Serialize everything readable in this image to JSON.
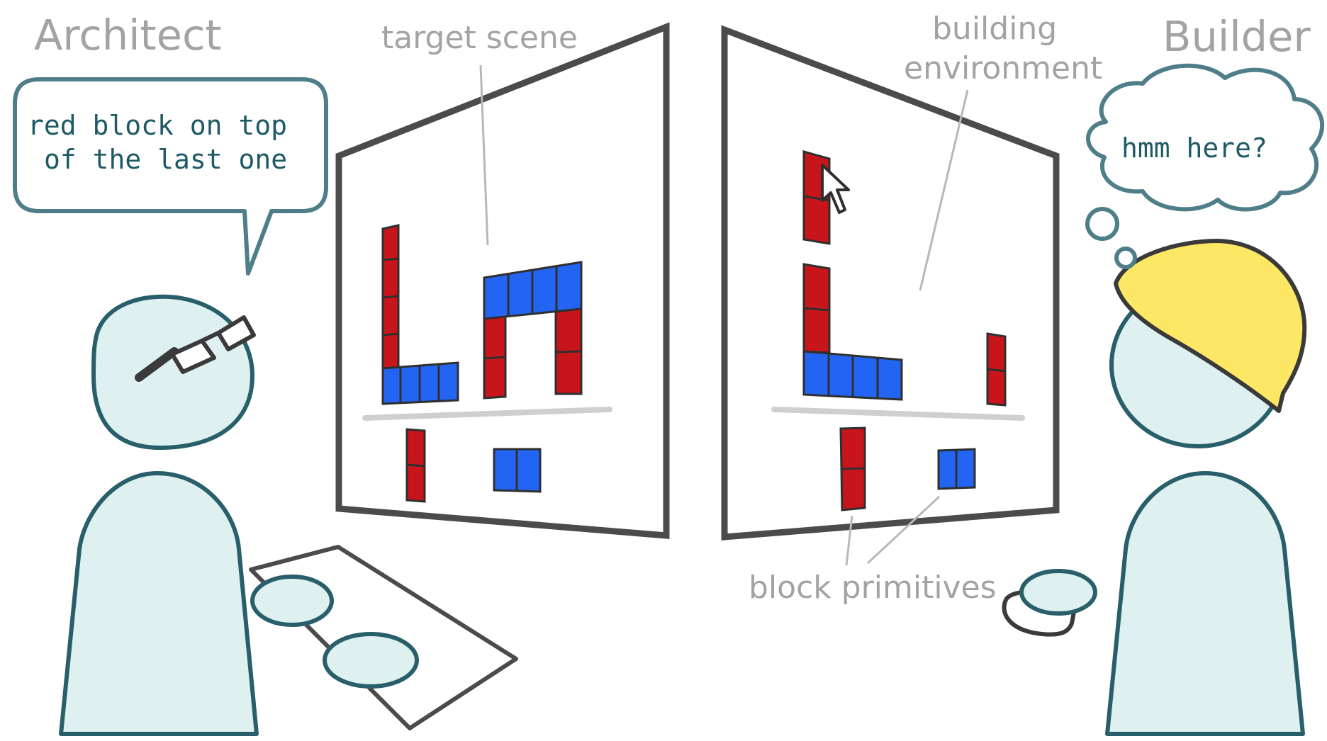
{
  "labels": {
    "architect": "Architect",
    "builder": "Builder",
    "target_scene": "target scene",
    "building_line1": "building",
    "building_line2": "environment",
    "block_primitives": "block primitives"
  },
  "speech": {
    "line1": "red block on top",
    "line2": "of the last one"
  },
  "thought": {
    "text": "hmm here?"
  },
  "colors": {
    "red_block": "#c8141b",
    "blue_block": "#2365f2",
    "person_fill": "#def0f0",
    "person_stroke": "#285f6b",
    "helmet": "#fde866",
    "label_gray": "#a3a3a3"
  }
}
